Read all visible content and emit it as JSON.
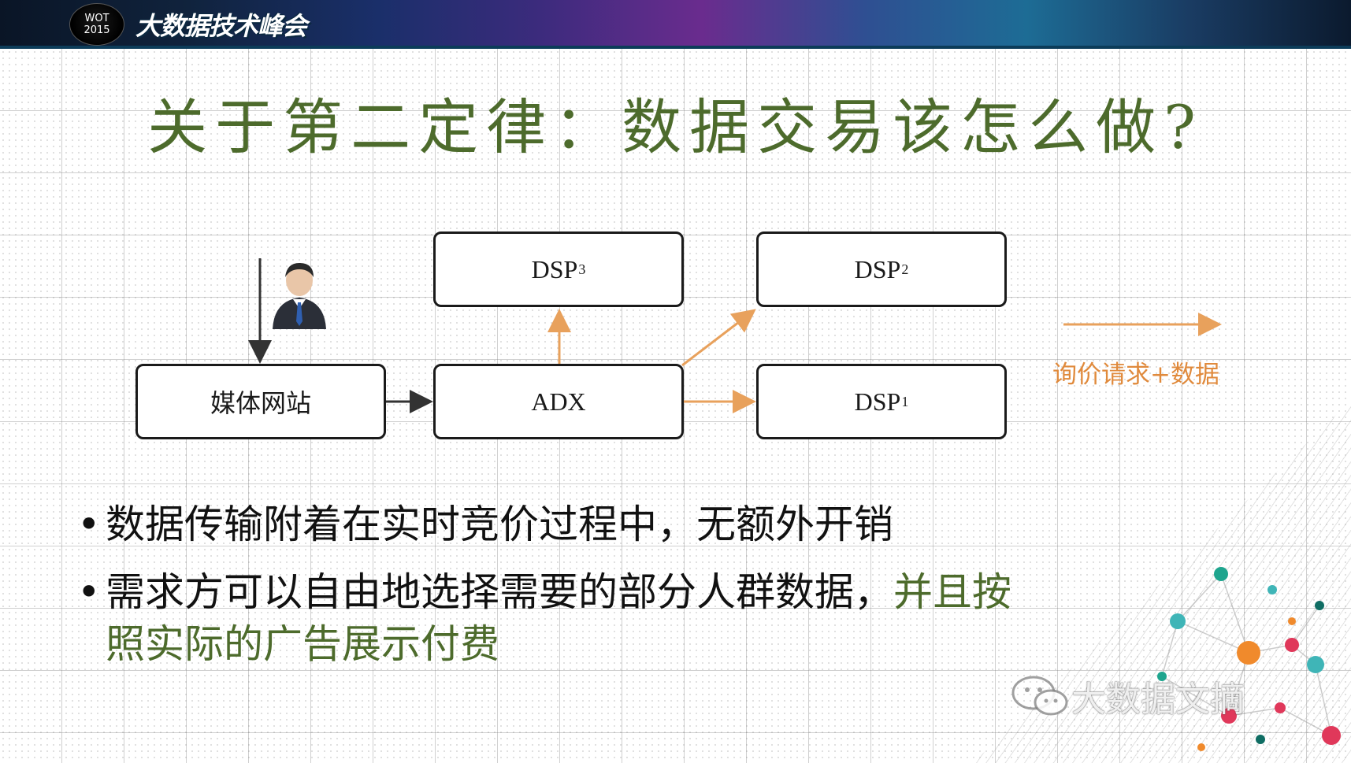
{
  "header": {
    "badge_line1": "WOT",
    "badge_line2": "2015",
    "event_name": "大数据技术峰会"
  },
  "slide": {
    "title": "关于第二定律：数据交易该怎么做?"
  },
  "diagram": {
    "media_site": "媒体网站",
    "adx": "ADX",
    "dsp3": "DSP",
    "dsp3_sub": "3",
    "dsp2": "DSP",
    "dsp2_sub": "2",
    "dsp1": "DSP",
    "dsp1_sub": "1",
    "legend_label": "询价请求+数据"
  },
  "bullets": {
    "dot": "•",
    "b1": "数据传输附着在实时竞价过程中，无额外开销",
    "b2_black": "需求方可以自由地选择需要的部分人群数据，",
    "b2_green1": "并且按",
    "b2_green2": "照实际的广告展示付费"
  },
  "watermark": {
    "text": "大数据文摘"
  },
  "colors": {
    "title_green": "#4d6b2c",
    "arrow_orange": "#e8a15c",
    "legend_orange": "#e08a3c"
  }
}
